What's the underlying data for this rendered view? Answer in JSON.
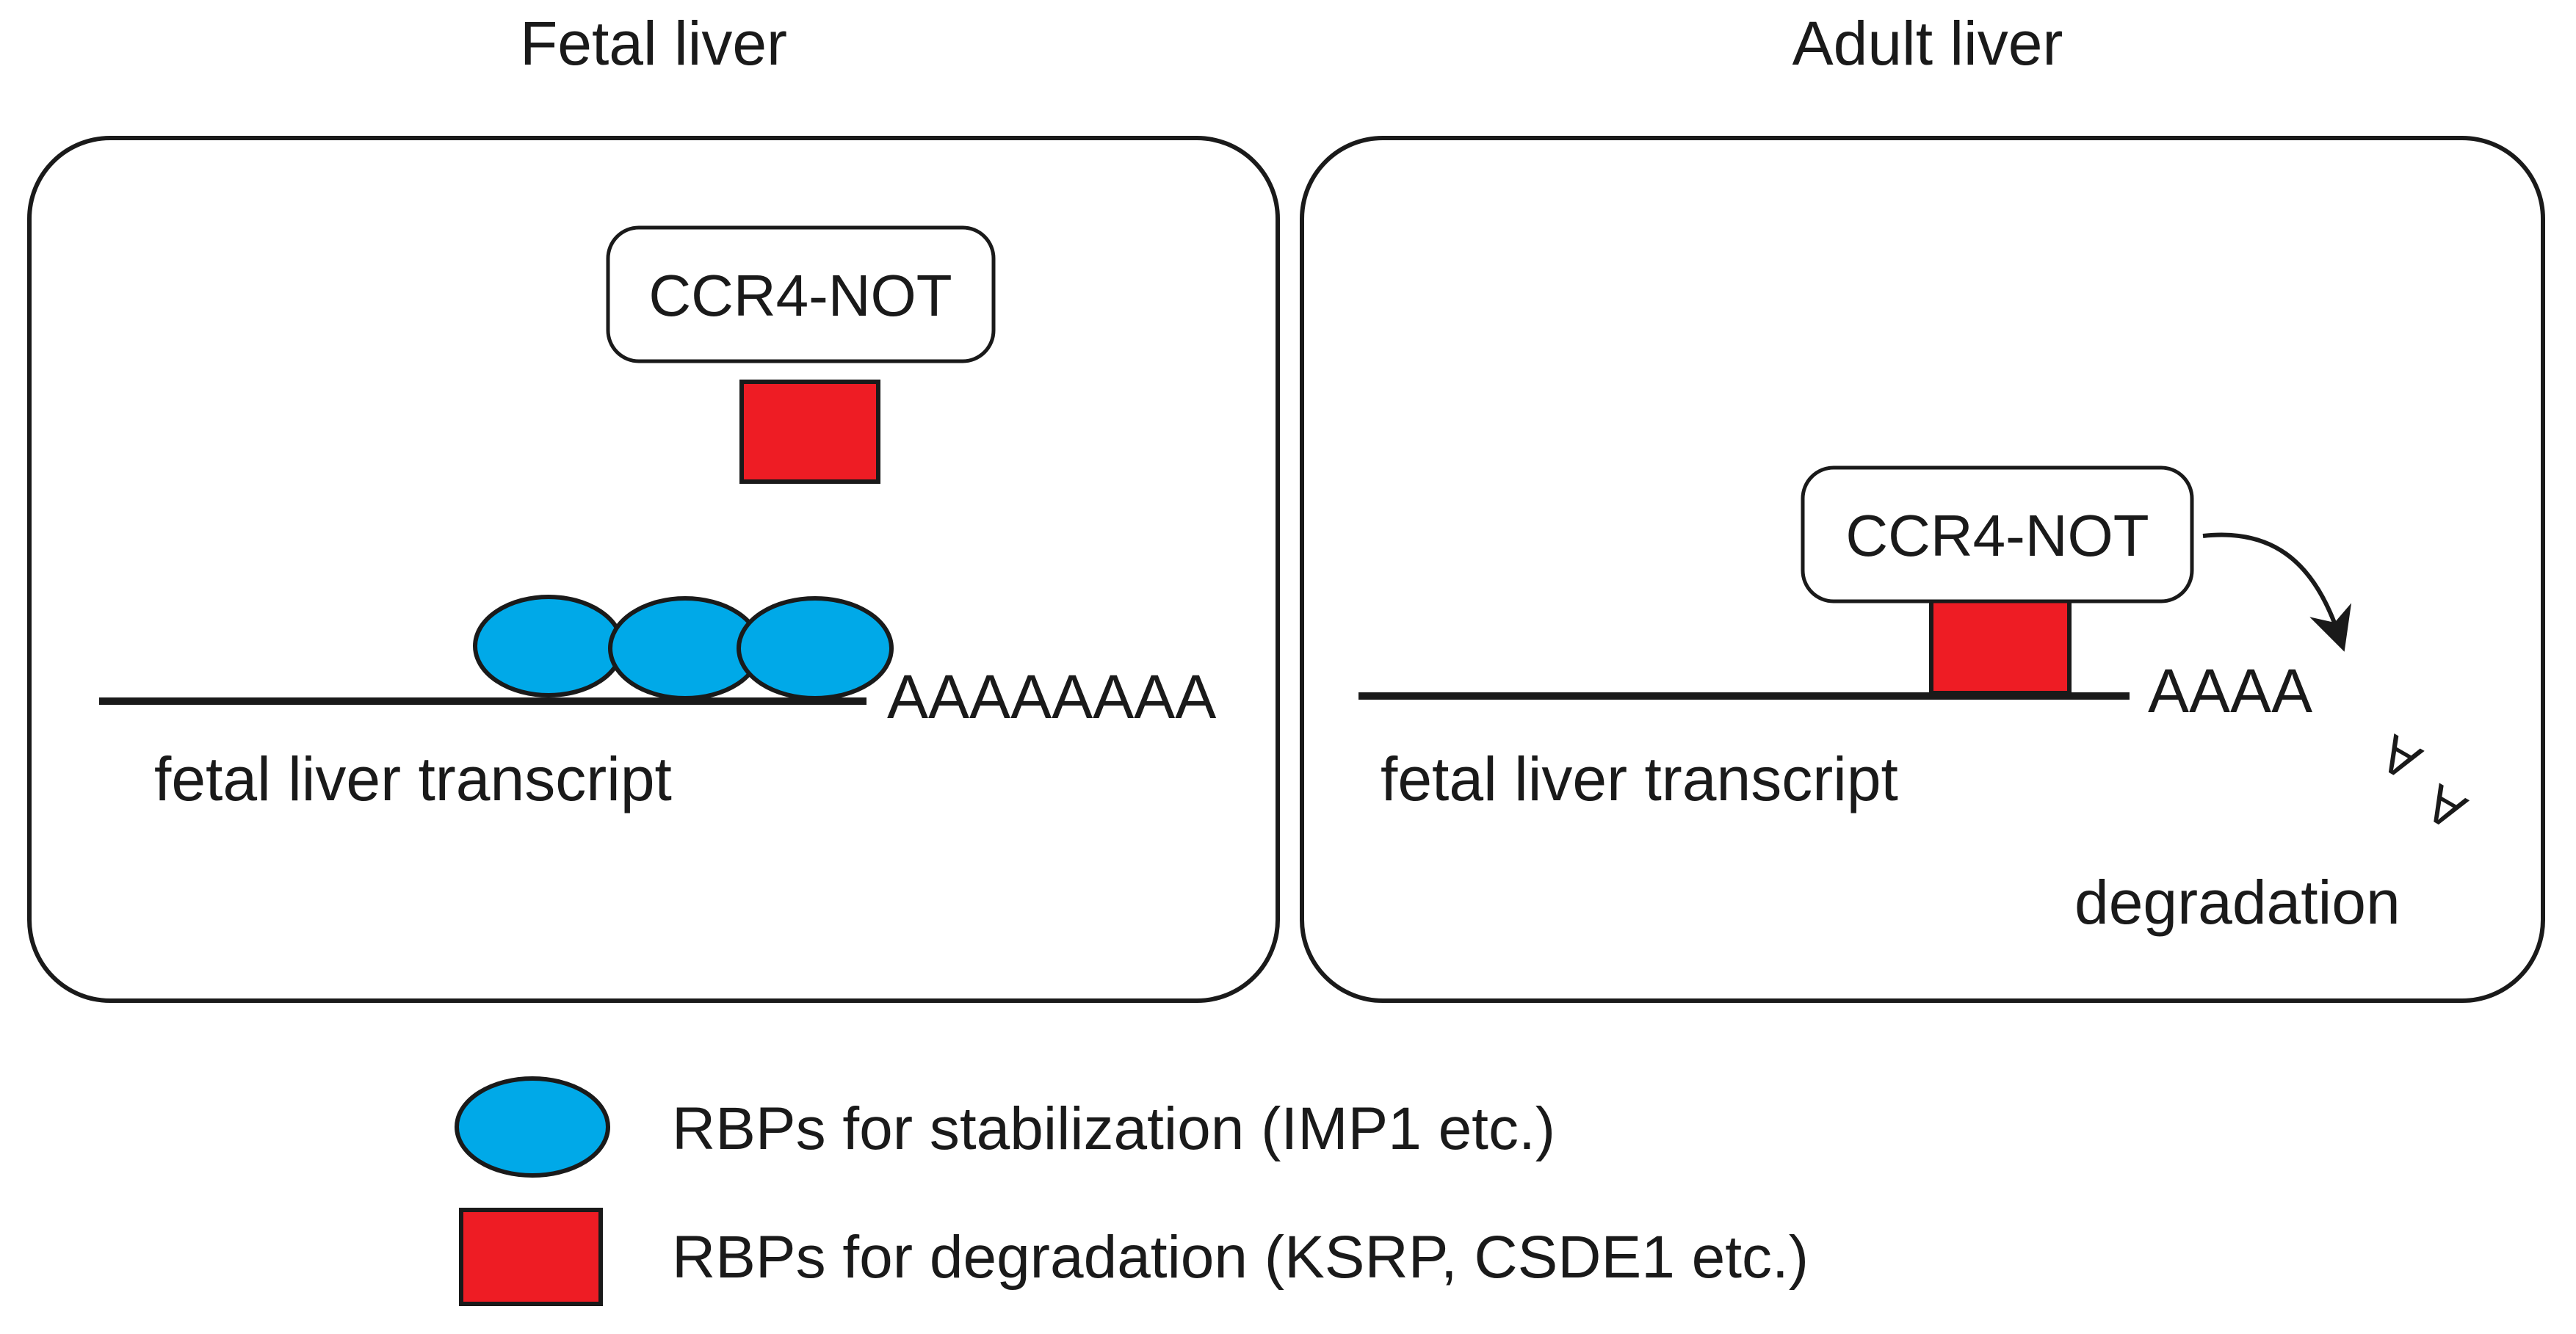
{
  "panels": [
    {
      "title": "Fetal liver",
      "complex_label": "CCR4-NOT",
      "polya_tail": "AAAAAAAA",
      "transcript_label": "fetal liver transcript",
      "stabilizing_rbp_count": 3,
      "degrading_rbp_bound": false
    },
    {
      "title": "Adult liver",
      "complex_label": "CCR4-NOT",
      "polya_tail": "AAAA",
      "polya_fragments": [
        "A",
        "A"
      ],
      "transcript_label": "fetal liver transcript",
      "outcome_label": "degradation",
      "stabilizing_rbp_count": 0,
      "degrading_rbp_bound": true
    }
  ],
  "legend": {
    "items": [
      {
        "shape": "ellipse",
        "color": "#00a9e8",
        "label": "RBPs for stabilization (IMP1 etc.)"
      },
      {
        "shape": "square",
        "color": "#ee1c24",
        "label": "RBPs for degradation (KSRP, CSDE1 etc.)"
      }
    ]
  },
  "colors": {
    "stabilization_rbp": "#00a9e8",
    "degradation_rbp": "#ee1c24",
    "outline": "#1a1a1a"
  }
}
